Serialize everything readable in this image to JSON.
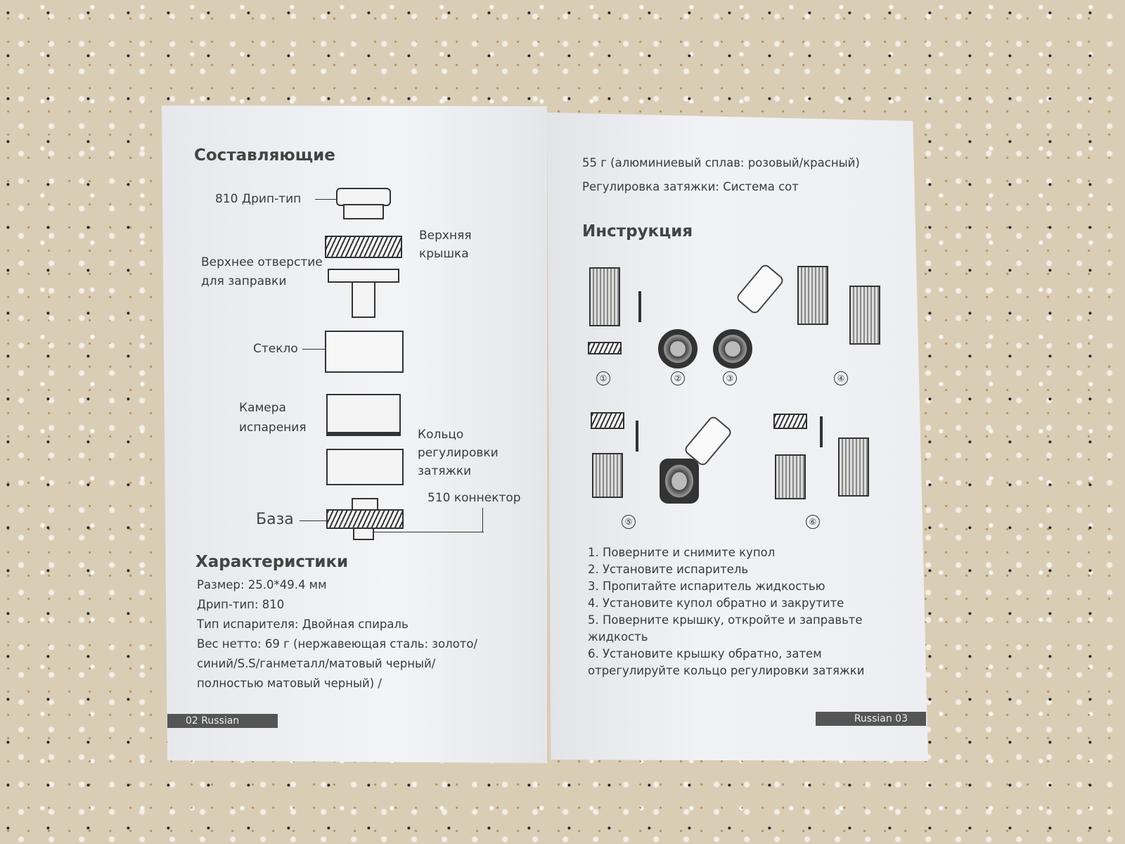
{
  "left_page": {
    "title": "Составляющие",
    "parts": {
      "drip_tip": "810 Дрип-тип",
      "top_cap_1": "Верхняя",
      "top_cap_2": "крышка",
      "fill_port_1": "Верхнее отверстие",
      "fill_port_2": "для заправки",
      "glass": "Стекло",
      "chamber_1": "Камера",
      "chamber_2": "испарения",
      "airflow_1": "Кольцо",
      "airflow_2": "регулировки",
      "airflow_3": "затяжки",
      "connector": "510 коннектор",
      "base": "База"
    },
    "specs_title": "Характеристики",
    "specs": [
      "Размер: 25.0*49.4 мм",
      "Дрип-тип: 810",
      "Тип испарителя: Двойная спираль",
      "Вес нетто: 69 г (нержавеющая сталь: золото/",
      "синий/S.S/ганметалл/матовый черный/",
      "полностью матовый черный) /"
    ],
    "footer": "02  Russian"
  },
  "right_page": {
    "spec_cont": [
      "55 г (алюминиевый сплав: розовый/красный)",
      "Регулировка затяжки: Система сот"
    ],
    "title": "Инструкция",
    "step_numbers": [
      "①",
      "②",
      "③",
      "④",
      "⑤",
      "⑥"
    ],
    "steps": [
      "1. Поверните и снимите купол",
      "2. Установите испаритель",
      "3. Пропитайте испаритель жидкостью",
      "4. Установите купол обратно и закрутите",
      "5. Поверните крышку, откройте и заправьте",
      "жидкость",
      "6. Установите крышку обратно, затем",
      "отрегулируйте кольцо регулировки затяжки"
    ],
    "footer": "Russian 03"
  }
}
